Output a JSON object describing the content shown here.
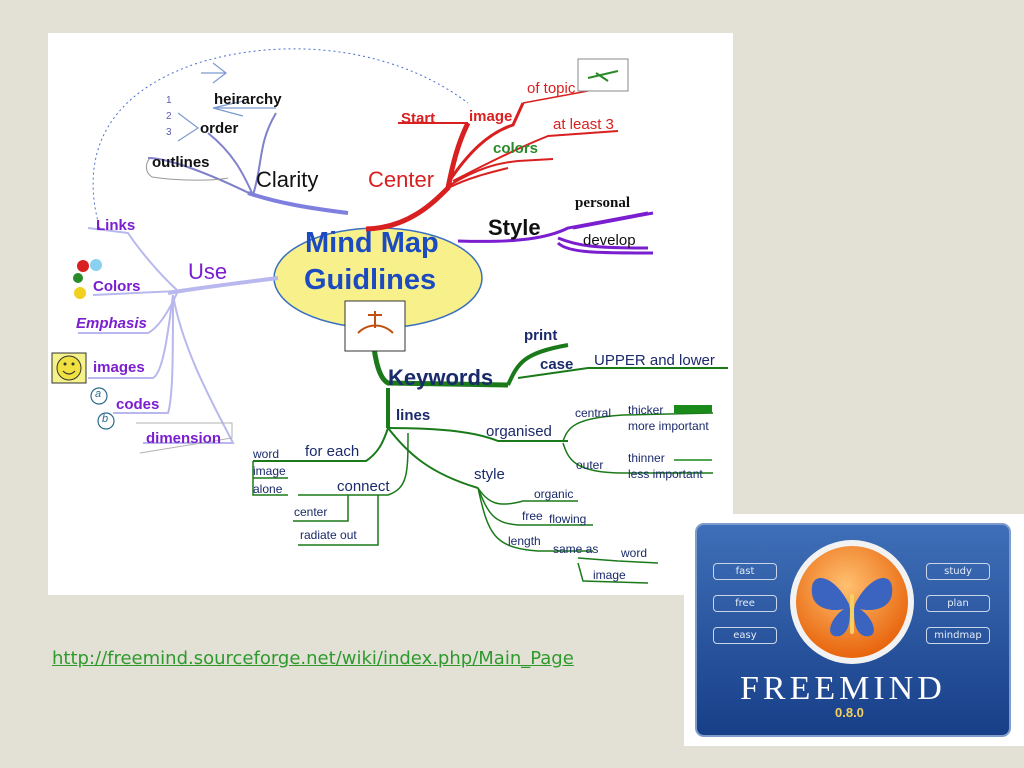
{
  "mindmap": {
    "center": {
      "line1": "Mind Map",
      "line2": "Guidlines"
    },
    "branches": {
      "clarity": "Clarity",
      "heirarchy": "heirarchy",
      "order": "order",
      "outlines": "outlines",
      "num1": "1",
      "num2": "2",
      "num3": "3",
      "center": "Center",
      "start": "Start",
      "image": "image",
      "of_topic": "of topic",
      "at_least_3": "at least 3",
      "colors": "colors",
      "style": "Style",
      "personal": "personal",
      "develop": "develop",
      "use": "Use",
      "links": "Links",
      "colors_use": "Colors",
      "emphasis": "Emphasis",
      "images": "images",
      "codes": "codes",
      "code_a": "a",
      "code_b": "b",
      "dimension": "dimension",
      "keywords": "Keywords",
      "print": "print",
      "case": "case",
      "upper_lower": "UPPER and lower",
      "lines": "lines",
      "organised": "organised",
      "central": "central",
      "thicker": "thicker",
      "more_important": "more important",
      "outer": "outer",
      "thinner": "thinner",
      "less_important": "less important",
      "style2": "style",
      "organic": "organic",
      "free": "free",
      "flowing": "flowing",
      "length": "length",
      "same_as": "same as",
      "word2": "word",
      "image3": "image",
      "for_each": "for each",
      "word": "word",
      "image2": "image",
      "alone": "alone",
      "connect": "connect",
      "center2": "center",
      "radiate_out": "radiate out"
    }
  },
  "link": {
    "url": "http://freemind.sourceforge.net/wiki/index.php/Main_Page"
  },
  "logo": {
    "brand": "FREEMIND",
    "version": "0.8.0",
    "left_pills": [
      "fast",
      "free",
      "easy"
    ],
    "right_pills": [
      "study",
      "plan",
      "mindmap"
    ]
  },
  "colors": {
    "background": "#e3e0d6",
    "link": "#2e9a2e",
    "clarity": "#7f7fe0",
    "center": "#d92020",
    "style": "#7a1ecf",
    "use": "#b8b8ee",
    "keywords": "#1a7a1a",
    "logo_blue": "#234f9a",
    "logo_orange": "#f07a1a"
  }
}
